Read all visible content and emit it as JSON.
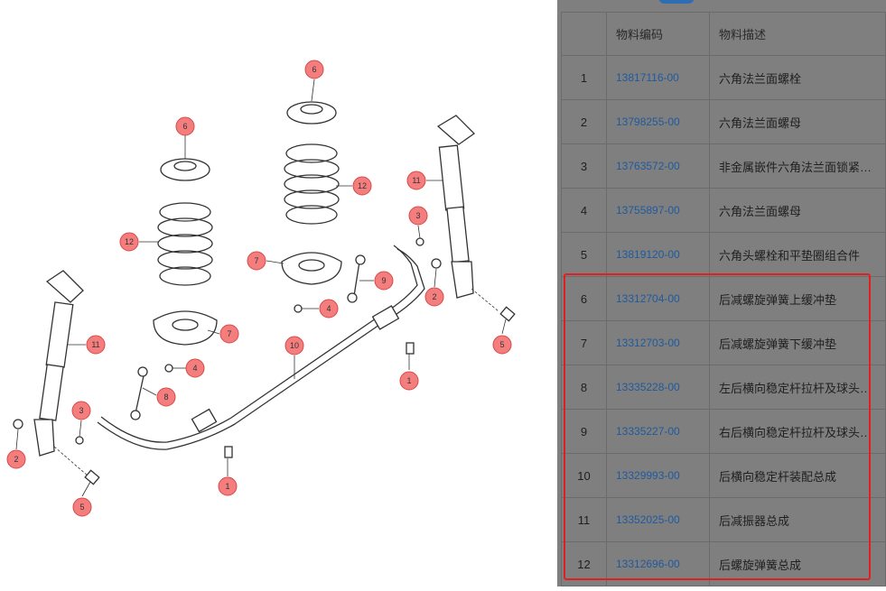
{
  "diagram": {
    "callouts": [
      {
        "label": "6"
      },
      {
        "label": "12"
      },
      {
        "label": "7"
      },
      {
        "label": "4"
      },
      {
        "label": "11"
      },
      {
        "label": "8"
      },
      {
        "label": "3"
      },
      {
        "label": "2"
      },
      {
        "label": "5"
      },
      {
        "label": "1"
      },
      {
        "label": "10"
      },
      {
        "label": "6"
      },
      {
        "label": "12"
      },
      {
        "label": "7"
      },
      {
        "label": "4"
      },
      {
        "label": "9"
      },
      {
        "label": "3"
      },
      {
        "label": "1"
      },
      {
        "label": "11"
      },
      {
        "label": "2"
      },
      {
        "label": "5"
      }
    ]
  },
  "parts_table": {
    "headers": {
      "index": "",
      "code": "物料编码",
      "description": "物料描述"
    },
    "rows": [
      {
        "index": "1",
        "code": "13817116-00",
        "description": "六角法兰面螺栓"
      },
      {
        "index": "2",
        "code": "13798255-00",
        "description": "六角法兰面螺母"
      },
      {
        "index": "3",
        "code": "13763572-00",
        "description": "非金属嵌件六角法兰面锁紧螺母"
      },
      {
        "index": "4",
        "code": "13755897-00",
        "description": "六角法兰面螺母"
      },
      {
        "index": "5",
        "code": "13819120-00",
        "description": "六角头螺栓和平垫圈组合件"
      },
      {
        "index": "6",
        "code": "13312704-00",
        "description": "后减螺旋弹簧上缓冲垫"
      },
      {
        "index": "7",
        "code": "13312703-00",
        "description": "后减螺旋弹簧下缓冲垫"
      },
      {
        "index": "8",
        "code": "13335228-00",
        "description": "左后横向稳定杆拉杆及球头总成"
      },
      {
        "index": "9",
        "code": "13335227-00",
        "description": "右后横向稳定杆拉杆及球头总成"
      },
      {
        "index": "10",
        "code": "13329993-00",
        "description": "后横向稳定杆装配总成"
      },
      {
        "index": "11",
        "code": "13352025-00",
        "description": "后减振器总成"
      },
      {
        "index": "12",
        "code": "13312696-00",
        "description": "后螺旋弹簧总成"
      }
    ]
  },
  "colors": {
    "highlight_border": "#e02020",
    "panel_bg": "#7f7f7f",
    "link": "#1f5a9e",
    "callout": "#f47d7d"
  }
}
